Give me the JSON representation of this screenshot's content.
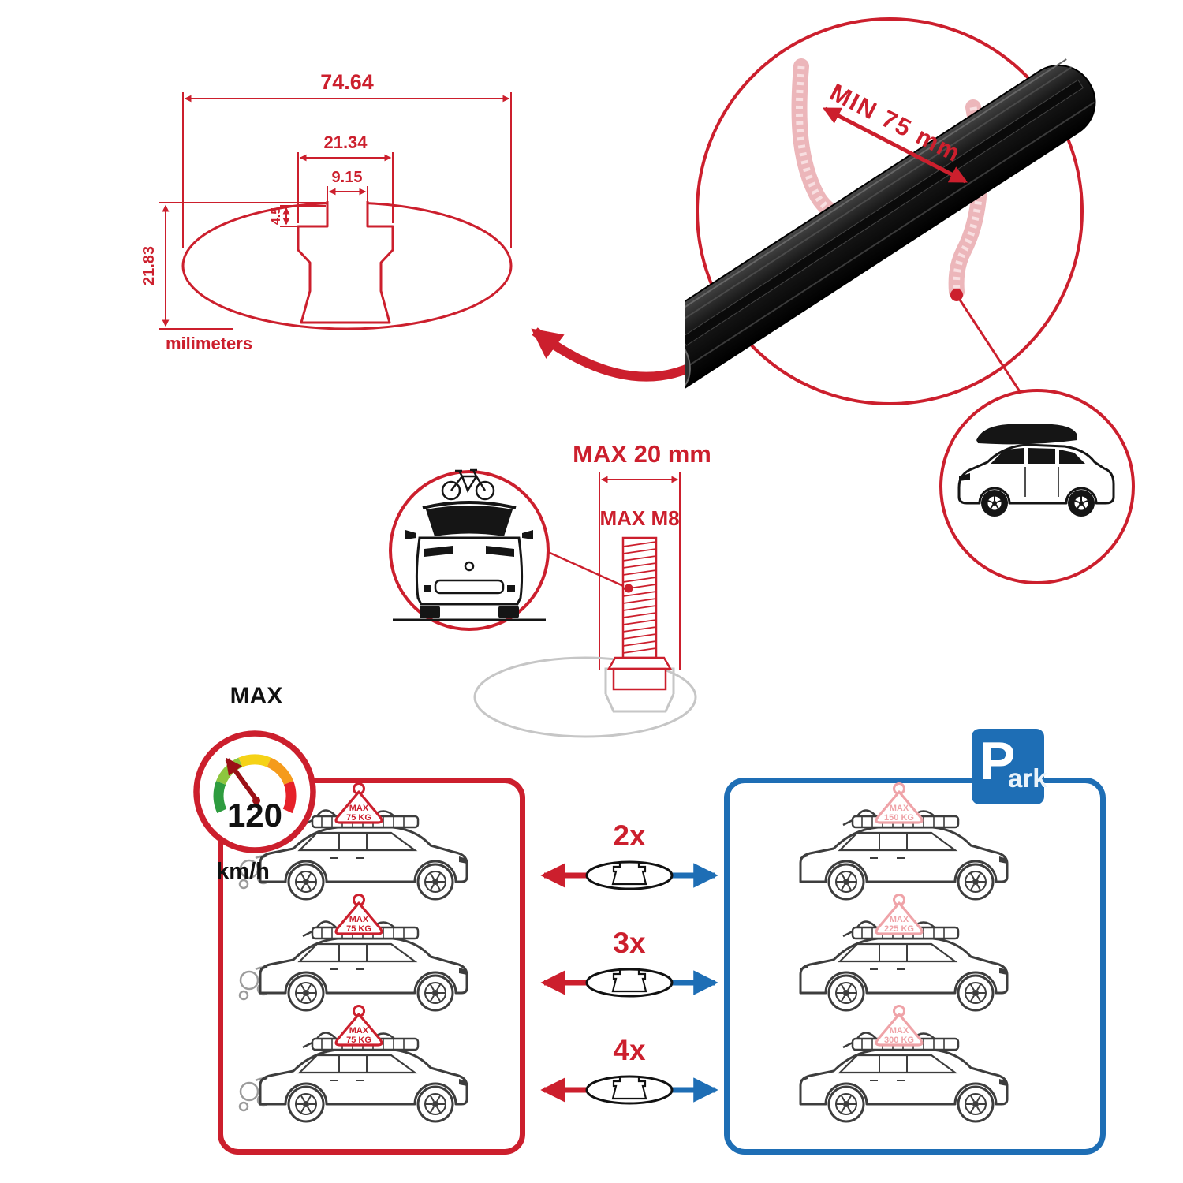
{
  "profile_drawing": {
    "dim_total_width": "74.64",
    "dim_channel_width": "21.34",
    "dim_slot_width": "9.15",
    "dim_lip_depth": "4.5",
    "dim_total_height": "21.83",
    "units_label": "milimeters"
  },
  "bar_detail": {
    "min_span_label": "MIN 75 mm"
  },
  "bolt_detail": {
    "max_width_label": "MAX 20 mm",
    "max_thread_label": "MAX M8"
  },
  "speed_gauge": {
    "title": "MAX",
    "speed_value": "120",
    "speed_unit": "km/h"
  },
  "park_sign": {
    "letter": "P",
    "rest": "ark"
  },
  "driving_panel": {
    "rows": [
      {
        "tag_line1": "MAX",
        "tag_line2": "75 KG"
      },
      {
        "tag_line1": "MAX",
        "tag_line2": "75 KG"
      },
      {
        "tag_line1": "MAX",
        "tag_line2": "75 KG"
      }
    ]
  },
  "parked_panel": {
    "rows": [
      {
        "tag_line1": "MAX",
        "tag_line2": "150 KG"
      },
      {
        "tag_line1": "MAX",
        "tag_line2": "225 KG"
      },
      {
        "tag_line1": "MAX",
        "tag_line2": "300 KG"
      }
    ]
  },
  "bar_count_rows": [
    {
      "label": "2x"
    },
    {
      "label": "3x"
    },
    {
      "label": "4x"
    }
  ],
  "colors": {
    "red": "#cc1f2d",
    "blue": "#1e6eb5",
    "pink": "#efa3a8",
    "bar_black": "#111111"
  }
}
